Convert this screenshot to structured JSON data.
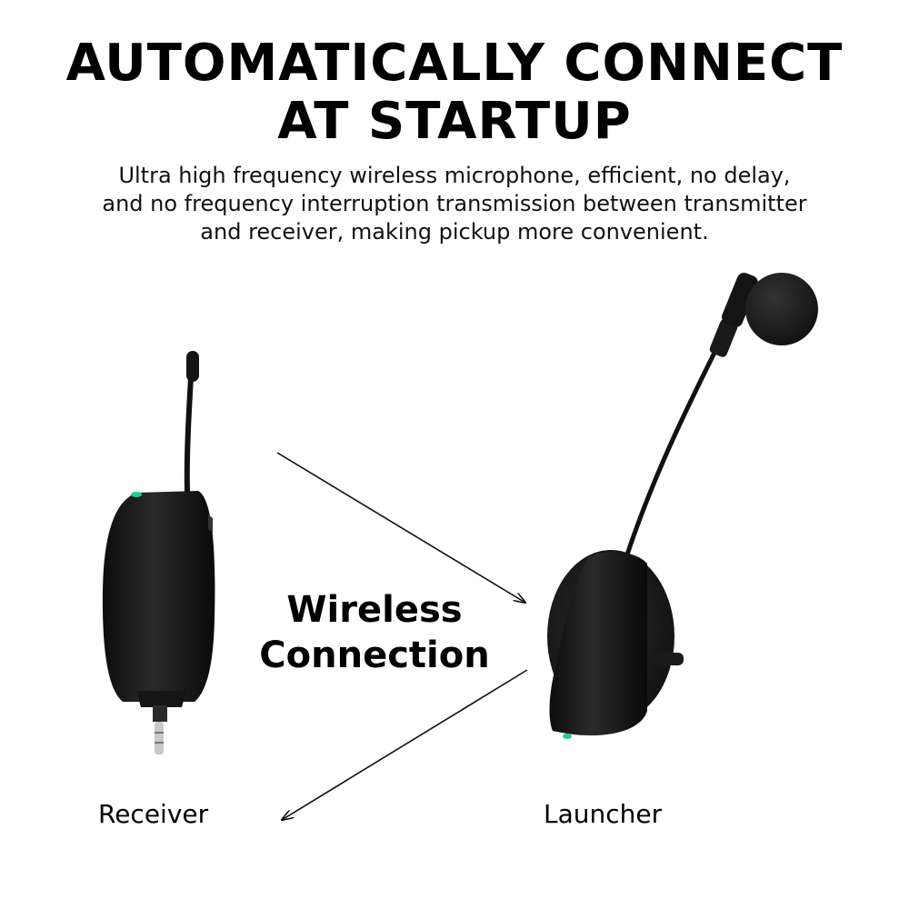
{
  "header": {
    "title_line1": "AUTOMATICALLY CONNECT",
    "title_line2": "AT STARTUP",
    "subtitle_line1": "Ultra high frequency wireless microphone, efficient, no delay,",
    "subtitle_line2": "and no frequency interruption transmission between transmitter",
    "subtitle_line3": "and receiver, making pickup more convenient."
  },
  "center": {
    "line1": "Wireless",
    "line2": "Connection"
  },
  "captions": {
    "left": "Receiver",
    "right": "Launcher"
  },
  "colors": {
    "text": "#000000",
    "device_body": "#1c1c1c",
    "indicator_light": "#19d38a"
  }
}
